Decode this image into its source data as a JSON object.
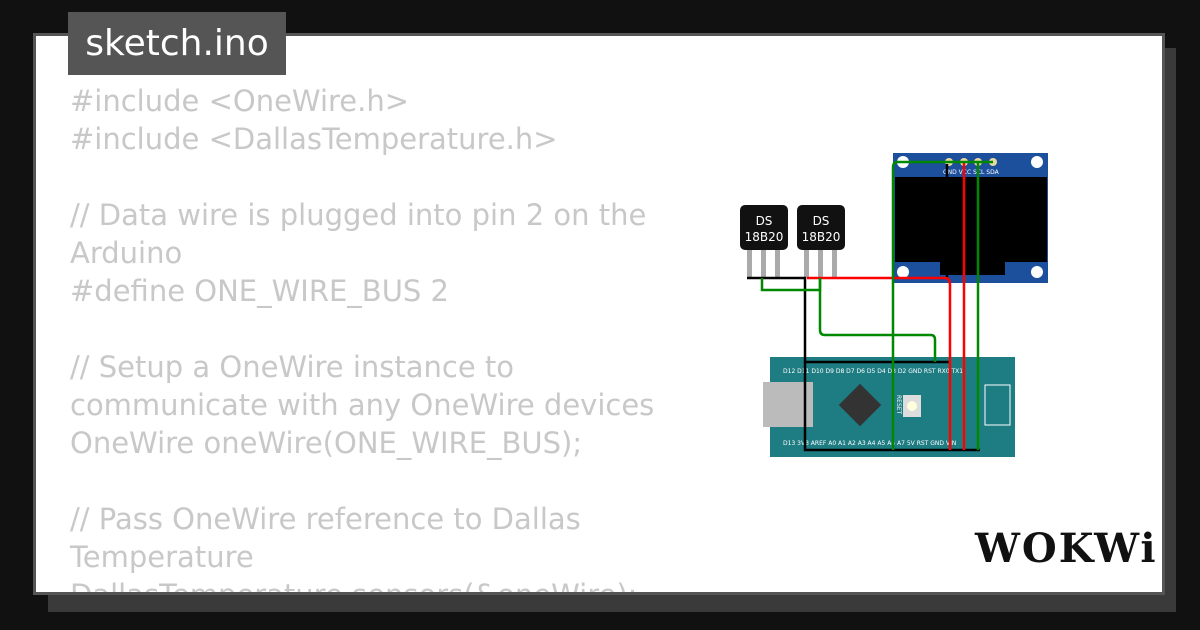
{
  "tab": {
    "title": "sketch.ino"
  },
  "code": {
    "lines": [
      "#include <OneWire.h>",
      "#include <DallasTemperature.h>",
      "",
      "// Data wire is plugged into pin 2 on the Arduino",
      "#define ONE_WIRE_BUS 2",
      "",
      "// Setup a OneWire instance to communicate with any OneWire devices",
      "OneWire oneWire(ONE_WIRE_BUS);",
      "",
      "// Pass OneWire reference to Dallas Temperature",
      "DallasTemperature sensors(&oneWire);"
    ]
  },
  "circuit": {
    "sensors": [
      {
        "line1": "DS",
        "line2": "18B20"
      },
      {
        "line1": "DS",
        "line2": "18B20"
      }
    ],
    "oled_pins": "GND VCC SCL SDA",
    "nano_top_pins": "D12 D11 D10 D9 D8 D7 D6 D5 D4 D3 D2 GND RST RX0 TX1",
    "nano_bottom_pins": "D13 3V3 AREF A0 A1 A2 A3 A4 A5 A6 A7 5V RST GND VIN",
    "reset_label": "RESET",
    "wire_colors": {
      "black": "#000000",
      "red": "#ff0000",
      "green": "#008800"
    },
    "board_color": "#1e7d83",
    "oled_color": "#1c4f9c"
  },
  "logo": {
    "text": "WOKWi"
  }
}
